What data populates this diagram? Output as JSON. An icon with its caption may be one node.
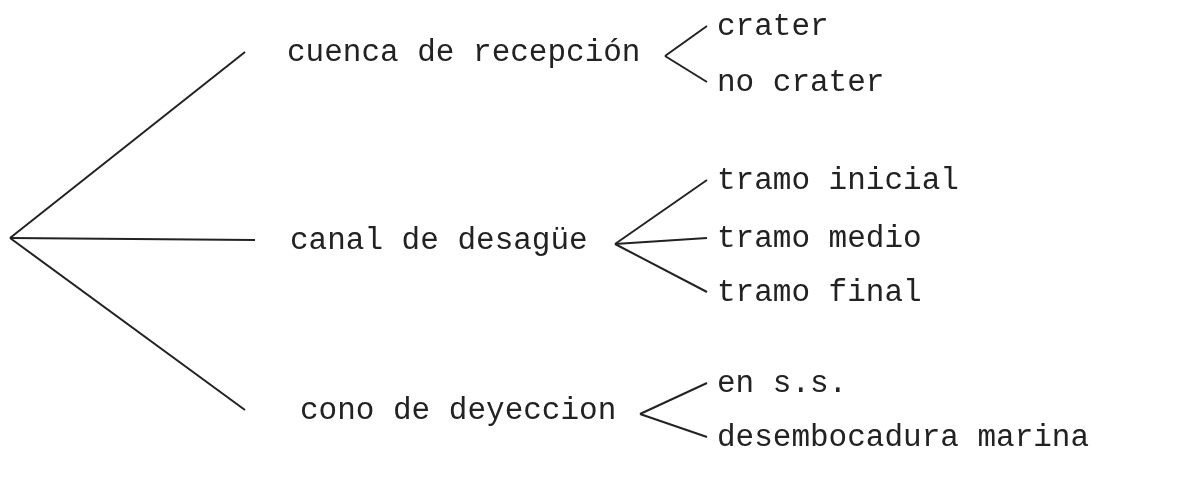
{
  "diagram": {
    "nodes": [
      {
        "text": [
          "cuenca de recepción"
        ]
      },
      {
        "text": [
          "crater"
        ]
      },
      {
        "text": [
          "no crater"
        ]
      },
      {
        "text": [
          "canal de desagüe"
        ]
      },
      {
        "text": [
          "tramo inicial"
        ]
      },
      {
        "text": [
          "tramo medio"
        ]
      },
      {
        "text": [
          "tramo final"
        ]
      },
      {
        "text": [
          "cono de deyeccion"
        ]
      },
      {
        "text": [
          "en s.s."
        ]
      },
      {
        "text": [
          "desembocadura marina"
        ]
      }
    ],
    "edges": [
      {
        "from": null,
        "to": 0,
        "arrow": "none"
      },
      {
        "from": null,
        "to": 3,
        "arrow": "none"
      },
      {
        "from": null,
        "to": 7,
        "arrow": "none"
      },
      {
        "from": 0,
        "to": 1,
        "arrow": "none"
      },
      {
        "from": 0,
        "to": 2,
        "arrow": "none"
      },
      {
        "from": 3,
        "to": 4,
        "arrow": "none"
      },
      {
        "from": 3,
        "to": 5,
        "arrow": "none"
      },
      {
        "from": 3,
        "to": 6,
        "arrow": "none"
      },
      {
        "from": 7,
        "to": 8,
        "arrow": "none"
      },
      {
        "from": 7,
        "to": 9,
        "arrow": "none"
      }
    ]
  }
}
